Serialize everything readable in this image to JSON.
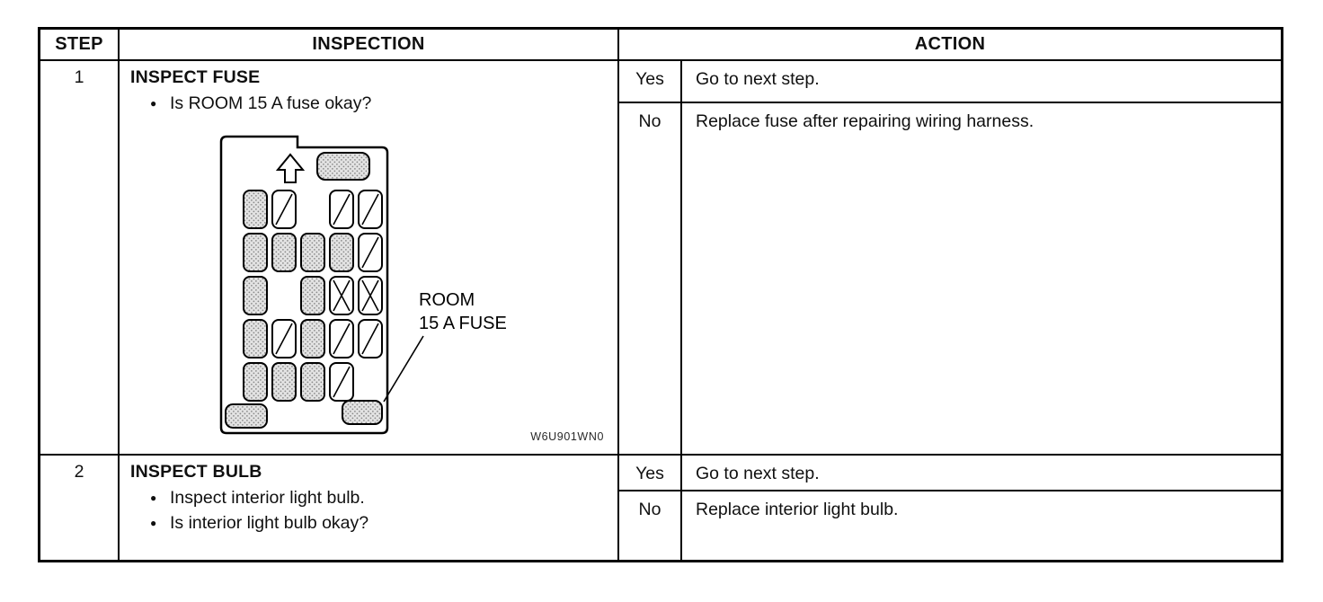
{
  "table": {
    "headers": {
      "step": "STEP",
      "inspection": "INSPECTION",
      "action": "ACTION"
    },
    "rows": [
      {
        "step": "1",
        "title": "INSPECT FUSE",
        "bullets": [
          "Is ROOM 15 A fuse okay?"
        ],
        "actions": [
          {
            "result": "Yes",
            "text": "Go to next step."
          },
          {
            "result": "No",
            "text": "Replace fuse after repairing wiring harness."
          }
        ],
        "figure": {
          "label_line1": "ROOM",
          "label_line2": "15 A FUSE",
          "code": "W6U901WN0"
        }
      },
      {
        "step": "2",
        "title": "INSPECT BULB",
        "bullets": [
          "Inspect interior light bulb.",
          "Is interior light bulb okay?"
        ],
        "actions": [
          {
            "result": "Yes",
            "text": "Go to next step."
          },
          {
            "result": "No",
            "text": "Replace interior light bulb."
          }
        ]
      }
    ]
  },
  "colors": {
    "ink": "#000000",
    "fuse_fill": "#e3e3e3",
    "paper": "#ffffff"
  }
}
